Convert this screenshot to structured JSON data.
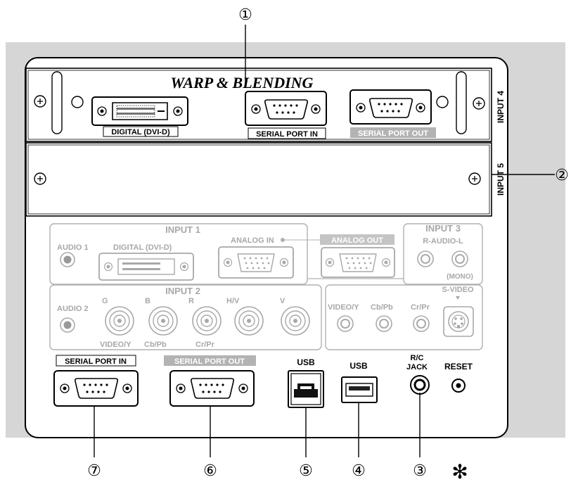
{
  "callouts": {
    "c1": "①",
    "c2": "②",
    "c3": "③",
    "c4": "④",
    "c5": "⑤",
    "c6": "⑥",
    "c7": "⑦",
    "star": "✻"
  },
  "board": {
    "title": "WARP & BLENDING",
    "input4": "INPUT 4",
    "input5": "INPUT 5",
    "digital_dvid": "DIGITAL (DVI-D)",
    "serial_in": "SERIAL PORT IN",
    "serial_out": "SERIAL PORT OUT"
  },
  "input1": {
    "title": "INPUT 1",
    "audio1": "AUDIO 1",
    "digital": "DIGITAL (DVI-D)",
    "analog_in": "ANALOG IN",
    "analog_out": "ANALOG OUT"
  },
  "input2": {
    "title": "INPUT 2",
    "audio2": "AUDIO 2",
    "g": "G",
    "b": "B",
    "r": "R",
    "hv": "H/V",
    "v": "V",
    "videoy": "VIDEO/Y",
    "cbpb": "Cb/Pb",
    "crpr": "Cr/Pr"
  },
  "input3": {
    "title": "INPUT 3",
    "raudiol": "R-AUDIO-L",
    "mono": "(MONO)",
    "svideo": "S-VIDEO",
    "videoy": "VIDEO/Y",
    "cbpb": "Cb/Pb",
    "crpr": "Cr/Pr"
  },
  "bottom": {
    "serial_in": "SERIAL PORT IN",
    "serial_out": "SERIAL PORT OUT",
    "usb_b": "USB",
    "usb_a": "USB",
    "rc1": "R/C",
    "rc2": "JACK",
    "reset": "RESET"
  }
}
